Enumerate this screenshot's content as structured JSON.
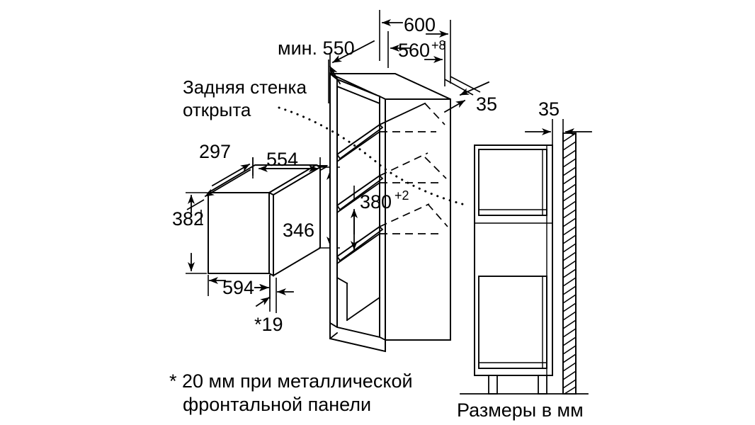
{
  "document": {
    "type": "appliance-installation-dimension-drawing",
    "language": "ru",
    "units_note": "Размеры в мм"
  },
  "labels": {
    "rear_wall_line1": "Задняя стенка",
    "rear_wall_line2": "открыта",
    "footnote_line1": "* 20 мм при металлической",
    "footnote_line2": "фронтальной панели",
    "units": "Размеры в мм"
  },
  "dimensions": {
    "niche_min_depth": "мин. 550",
    "cabinet_outer_width": "600",
    "niche_width": "560",
    "niche_width_tolerance": "+8",
    "top_gap": "35",
    "wall_gap": "35",
    "appliance_depth": "297",
    "appliance_body_width": "554",
    "appliance_front_height": "382",
    "appliance_body_height": "346",
    "appliance_front_width": "594",
    "front_panel_thickness": "*19",
    "niche_height": "380",
    "niche_height_tolerance": "+2"
  },
  "views": {
    "appliance": "isometric-microwave-oven",
    "cabinet": "isometric-tall-cabinet-niche",
    "side": "side-elevation-cabinet-against-wall"
  },
  "colors": {
    "line": "#000000",
    "background": "#ffffff"
  }
}
